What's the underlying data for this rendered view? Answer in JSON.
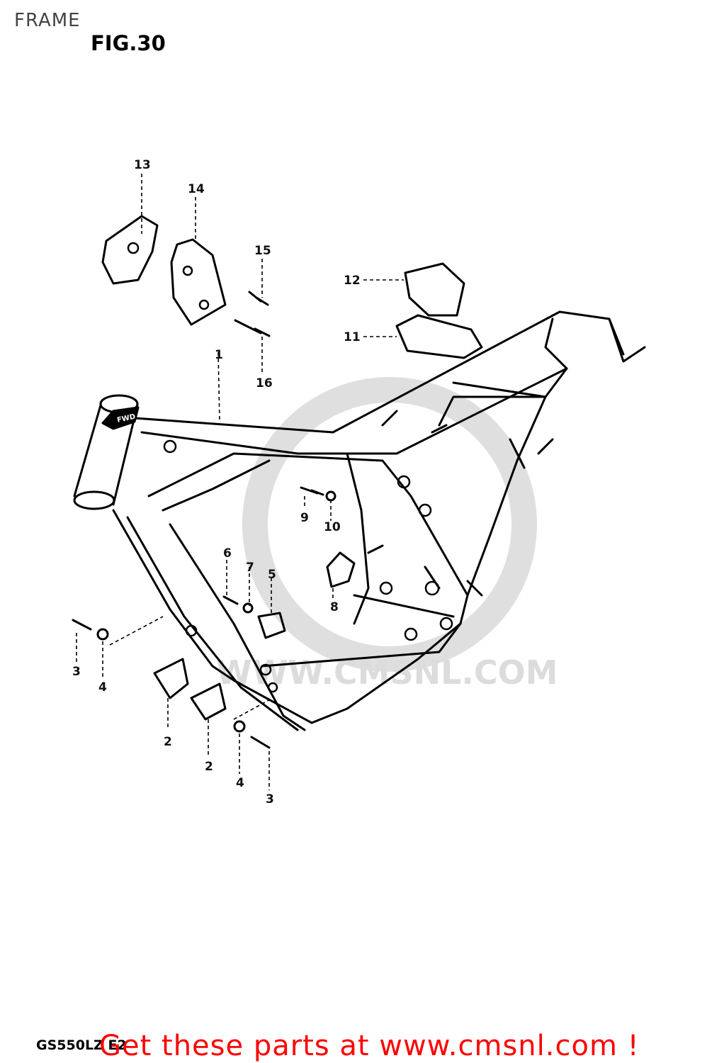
{
  "header": {
    "section_title": "FRAME"
  },
  "figure": {
    "title": "FIG.30",
    "model_code": "GS550LZ E2",
    "fwd_marker": "FWD"
  },
  "watermark": {
    "text": "WWW.CMSNL.COM"
  },
  "callouts": [
    {
      "id": "c13",
      "label": "13"
    },
    {
      "id": "c14",
      "label": "14"
    },
    {
      "id": "c15",
      "label": "15"
    },
    {
      "id": "c12",
      "label": "12"
    },
    {
      "id": "c11",
      "label": "11"
    },
    {
      "id": "c16",
      "label": "16"
    },
    {
      "id": "c1",
      "label": "1"
    },
    {
      "id": "c9",
      "label": "9"
    },
    {
      "id": "c10",
      "label": "10"
    },
    {
      "id": "c6",
      "label": "6"
    },
    {
      "id": "c7",
      "label": "7"
    },
    {
      "id": "c5",
      "label": "5"
    },
    {
      "id": "c8",
      "label": "8"
    },
    {
      "id": "c3a",
      "label": "3"
    },
    {
      "id": "c4a",
      "label": "4"
    },
    {
      "id": "c2a",
      "label": "2"
    },
    {
      "id": "c2b",
      "label": "2"
    },
    {
      "id": "c4b",
      "label": "4"
    },
    {
      "id": "c3b",
      "label": "3"
    }
  ],
  "promo": {
    "text": "Get these parts at www.cmsnl.com !"
  },
  "colors": {
    "promo": "#ff0000",
    "ink": "#000000",
    "watermark": "#d9d9d9"
  }
}
